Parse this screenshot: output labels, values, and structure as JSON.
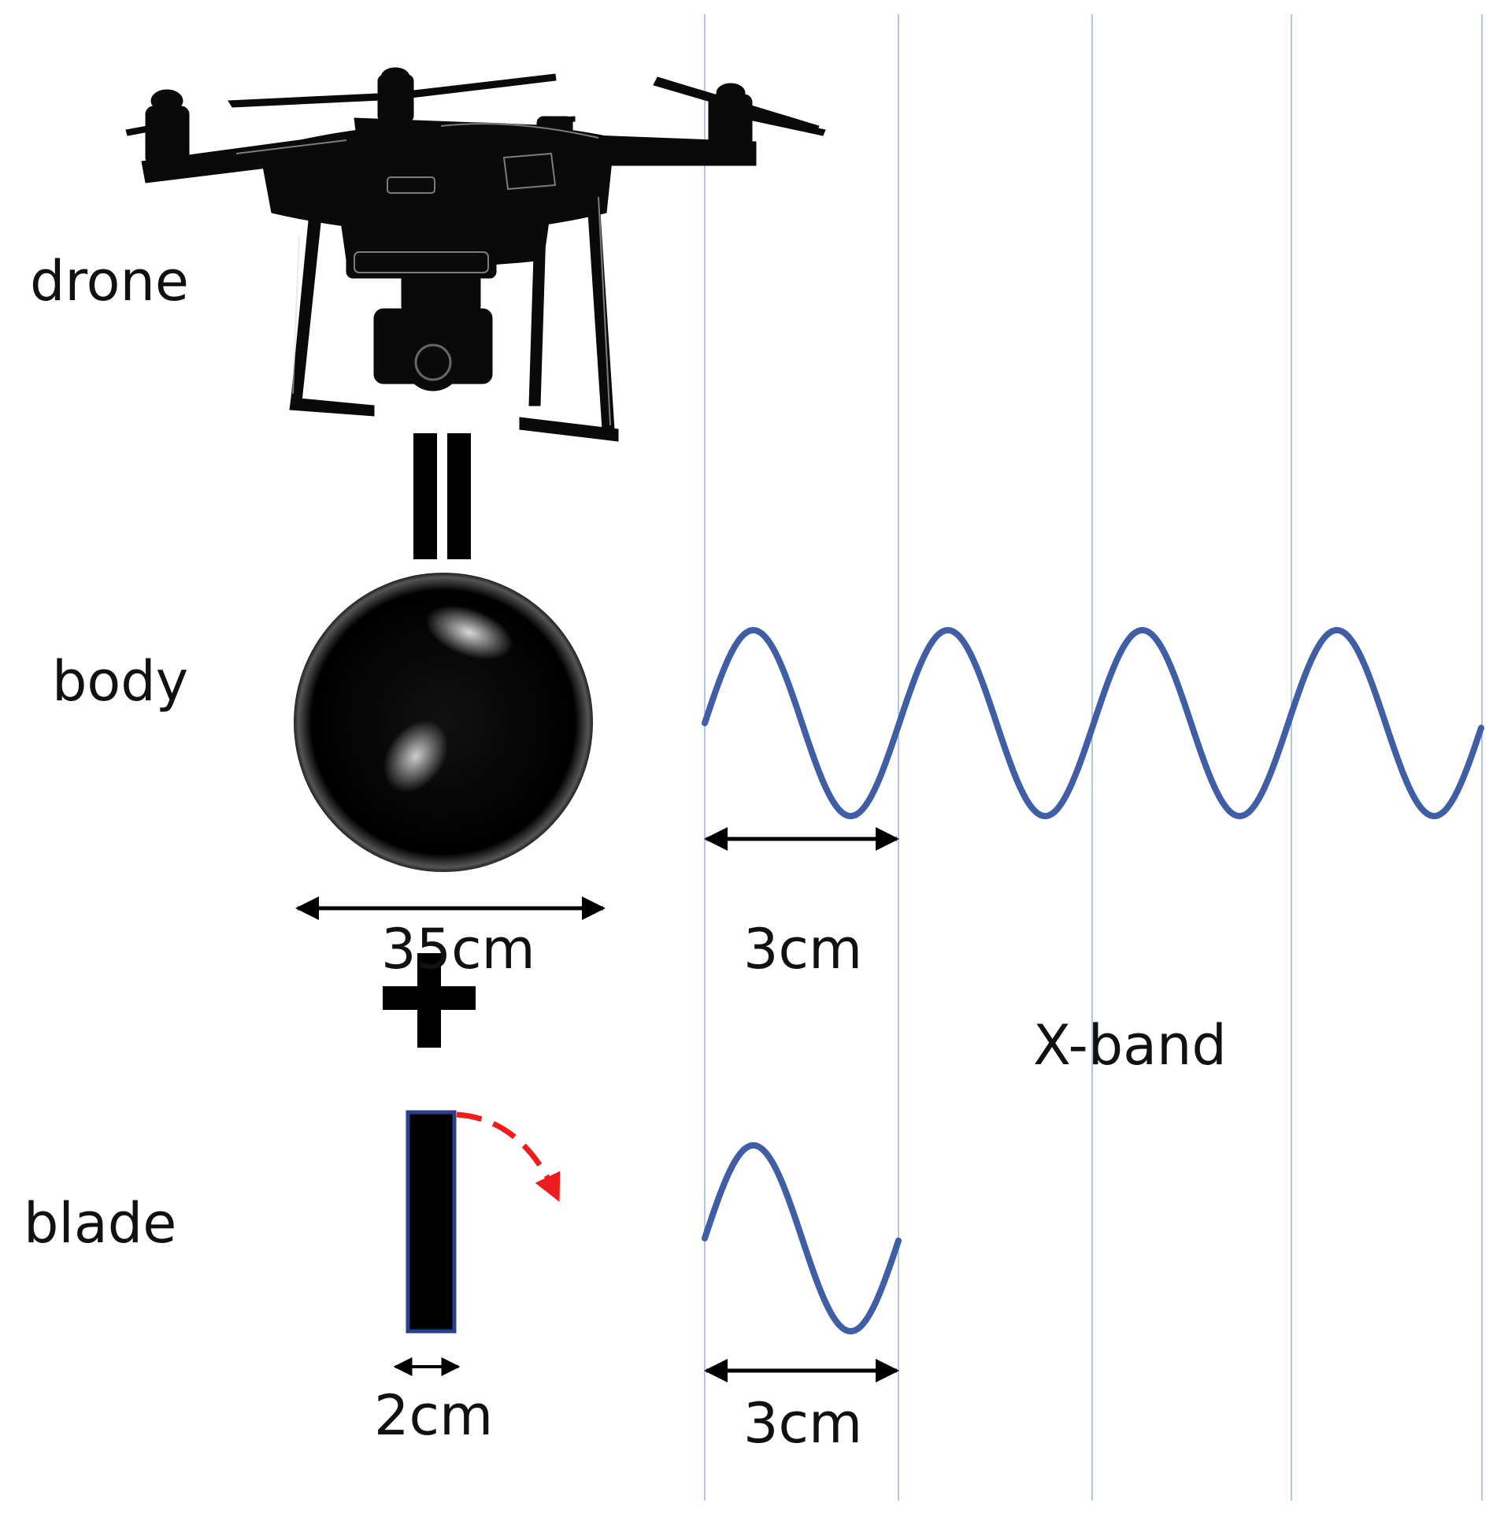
{
  "labels": {
    "drone": "drone",
    "body": "body",
    "blade": "blade"
  },
  "dimensions": {
    "body_diameter": "35cm",
    "body_wavelength": "3cm",
    "blade_width": "2cm",
    "blade_wavelength": "3cm"
  },
  "band": "X-band",
  "icons": {
    "drone": "quadcopter-drone-icon",
    "equals": "equals-sign-icon",
    "plus": "plus-sign-icon",
    "body": "sphere-icon",
    "blade": "blade-bar-icon",
    "rotation": "curved-arrow-icon"
  },
  "colors": {
    "wave": "#3f5ea5",
    "gridline": "#b4c6e7",
    "rotation_arrow": "#ee1c1c",
    "blade_outline": "#2b3f8c",
    "ink": "#000000"
  }
}
